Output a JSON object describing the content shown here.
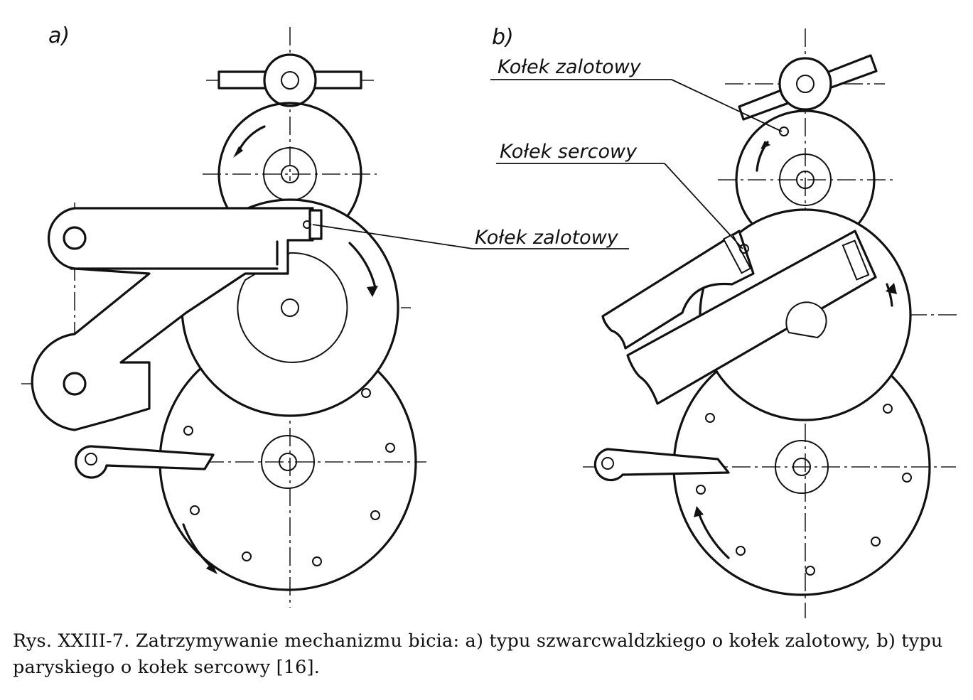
{
  "panel_a": {
    "letter": "a)",
    "label_pin": "Kołek zalotowy"
  },
  "panel_b": {
    "letter": "b)",
    "label_pin_top": "Kołek zalotowy",
    "label_pin_heart": "Kołek sercowy"
  },
  "caption": {
    "text": "Rys. XXIII-7. Zatrzymywanie mechanizmu bicia: a) typu szwarcwaldzkiego o kołek zalotowy, b) typu paryskiego o kołek sercowy [16]."
  }
}
